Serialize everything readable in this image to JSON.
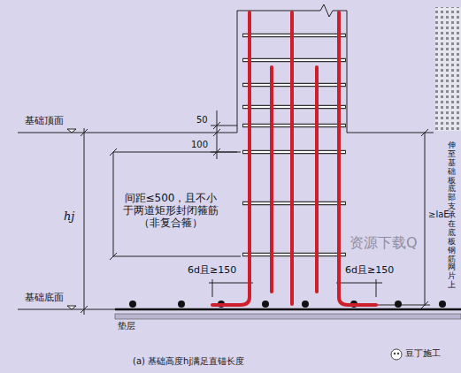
{
  "diagram": {
    "caption": "(a) 基础高度hj满足直锚长度",
    "labels": [
      "基础顶面",
      "50",
      "100",
      "间距≤500，且不小 于两道矩形封闭箍筋 （非复合箍）",
      "hj",
      "6d且≥150",
      "6d且≥150",
      "≥laE",
      "伸至基础板底部支承在底板钢筋网片上",
      "基础底面",
      "垫层",
      "资源下载Q",
      "豆丁施工"
    ]
  }
}
